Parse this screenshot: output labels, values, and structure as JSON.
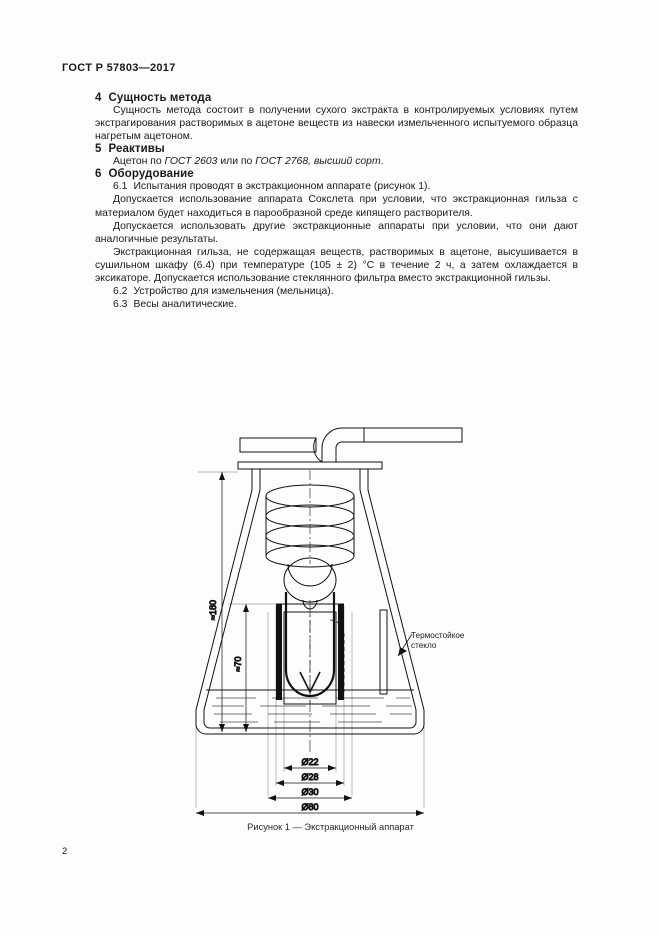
{
  "document": {
    "header": "ГОСТ Р 57803—2017",
    "page_number": "2"
  },
  "sections": [
    {
      "number": "4",
      "title": "Сущность метода",
      "paragraphs": [
        "Сущность метода состоит в получении сухого экстракта в контролируемых условиях путем экстра­гирования растворимых в ацетоне веществ из навески измельченного испытуемого образца нагретым ацетоном."
      ]
    },
    {
      "number": "5",
      "title": "Реактивы",
      "paragraphs": []
    },
    {
      "number": "6",
      "title": "Оборудование",
      "paragraphs": []
    }
  ],
  "reagents": {
    "prefix": "Ацетон по ",
    "gost1": "ГОСТ 2603",
    "middle": " или по ",
    "gost2": "ГОСТ 2768, высший сорт",
    "suffix": "."
  },
  "equipment": {
    "item_6_1_num": "6.1",
    "item_6_1_text": "Испытания проводят в экстракционном аппарате (рисунок 1).",
    "para_sokslet": "Допускается использование аппарата Сокслета при условии, что экстракционная гильза с матери­алом будет находиться в парообразной среде кипящего растворителя.",
    "para_other": "Допускается использовать другие экстракционные аппараты при условии, что они дают аналогич­ные результаты.",
    "para_gilza": "Экстракционная гильза, не содержащая веществ, растворимых в ацетоне, высушивается в сушильном шкафу (6.4) при температуре (105 ± 2) °С в течение 2 ч, а затем охлаждается в эксикаторе. Допускается использование стеклянного фильтра вместо экстракционной гильзы.",
    "item_6_2_num": "6.2",
    "item_6_2_text": "Устройство для измельчения (мельница).",
    "item_6_3_num": "6.3",
    "item_6_3_text": "Весы аналитические."
  },
  "figure": {
    "caption": "Рисунок 1 — Экстракционный аппарат",
    "callout_line1": "Термостойкое",
    "callout_line2": "стекло",
    "dimensions": {
      "height_total": "≈180",
      "height_inner": "≈70",
      "d22": "Ø22",
      "d28": "Ø28",
      "d30": "Ø30",
      "d80": "Ø80"
    }
  },
  "colors": {
    "ink": "#1a1a1a",
    "paper": "#fdfdfd",
    "line": "#111111"
  }
}
